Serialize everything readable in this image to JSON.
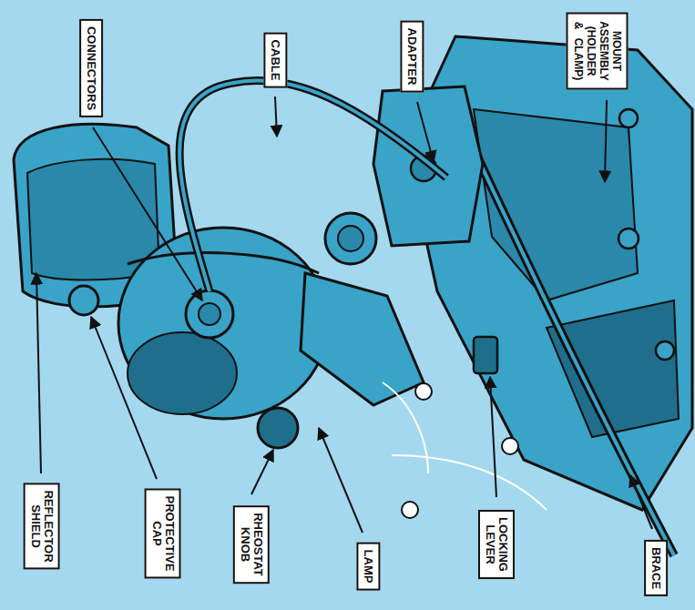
{
  "diagram": {
    "nodes": [
      {
        "text": [
          "CONNECTORS"
        ]
      },
      {
        "text": [
          "CABLE"
        ]
      },
      {
        "text": [
          "ADAPTER"
        ]
      },
      {
        "text": [
          "MOUNT ASSEMBLY (HOLDER & CLAMP)"
        ]
      },
      {
        "text": [
          "REFLECTOR SHIELD"
        ]
      },
      {
        "text": [
          "PROTECTIVE CAP"
        ]
      },
      {
        "text": [
          "RHEOSTAT KNOB"
        ]
      },
      {
        "text": [
          "LAMP"
        ]
      },
      {
        "text": [
          "LOCKING LEVER"
        ]
      },
      {
        "text": [
          "BRACE"
        ]
      }
    ]
  }
}
